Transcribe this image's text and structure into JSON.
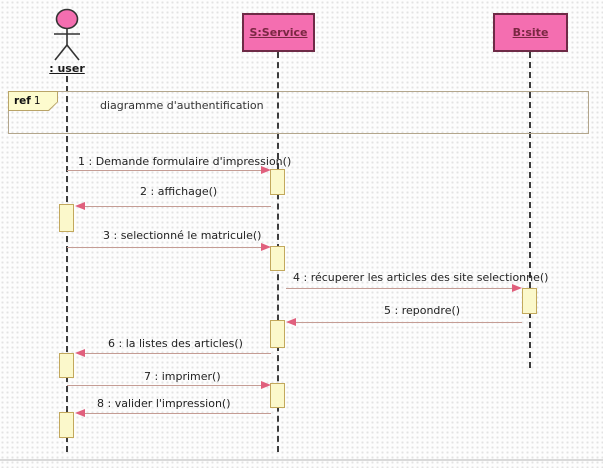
{
  "actor": {
    "label": ": user"
  },
  "objects": [
    {
      "label": "S:Service"
    },
    {
      "label": "B:site"
    }
  ],
  "ref_frame": {
    "keyword": "ref",
    "number": "1",
    "operand": "diagramme d'authentification"
  },
  "messages": [
    {
      "label": "1 : Demande formulaire d'impression()",
      "from": ": user",
      "to": "S:Service"
    },
    {
      "label": "2 : affichage()",
      "from": "S:Service",
      "to": ": user"
    },
    {
      "label": "3 : selectionné le matricule()",
      "from": ": user",
      "to": "S:Service"
    },
    {
      "label": "4 : récuperer les articles des site selectionne()",
      "from": "S:Service",
      "to": "B:site"
    },
    {
      "label": "5 : repondre()",
      "from": "B:site",
      "to": "S:Service"
    },
    {
      "label": "6 : la listes des articles()",
      "from": "S:Service",
      "to": ": user"
    },
    {
      "label": "7 : imprimer()",
      "from": ": user",
      "to": "S:Service"
    },
    {
      "label": "8 : valider l'impression()",
      "from": "S:Service",
      "to": ": user"
    }
  ],
  "colors": {
    "object_fill": "#f46eb0",
    "object_border": "#6e2a46",
    "object_text": "#7a2742",
    "actor_head_fill": "#f46eb0",
    "activation_fill": "#fbf8cb",
    "activation_border": "#c2a85c",
    "message_line": "#c49c94",
    "arrowhead": "#e0607d",
    "frame_border": "#b3a68c",
    "ref_tag_fill": "#fdfbce",
    "ref_tag_border": "#b9a468"
  }
}
